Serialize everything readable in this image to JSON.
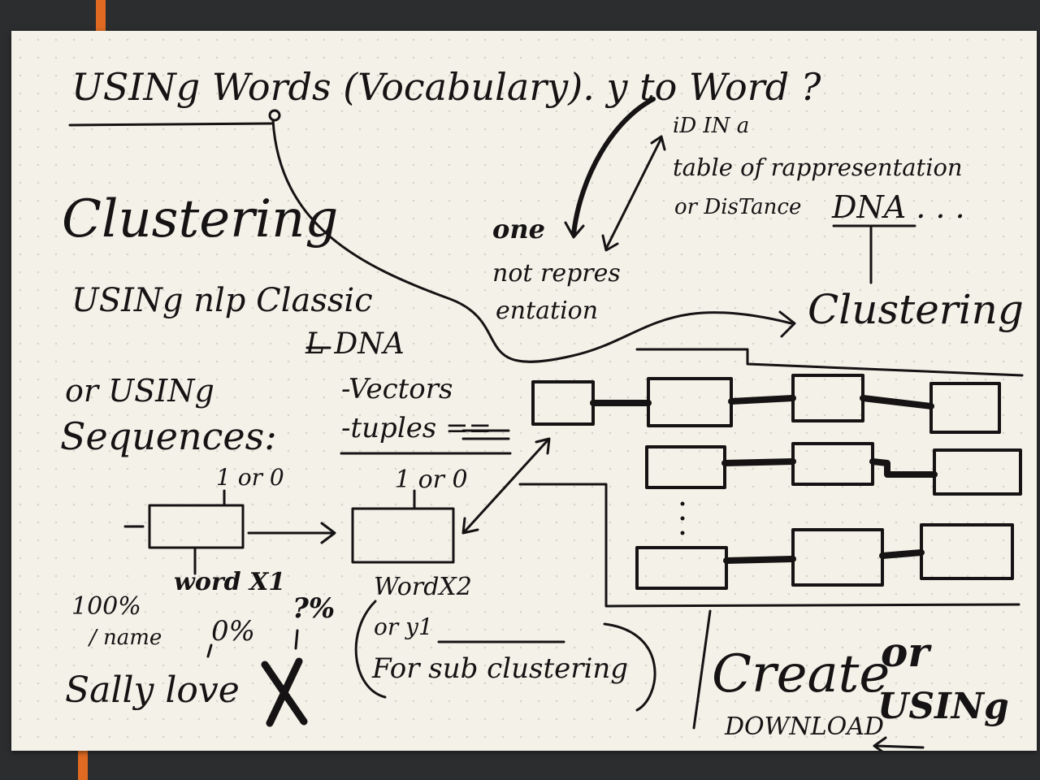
{
  "notes": {
    "title_line": "USINg Words (Vocabulary). y to Word ?",
    "id_line_1": "iD IN a",
    "id_line_2": "table of rappresentation",
    "id_line_3": "or DisTance",
    "dna_top": "DNA . . .",
    "one": "one",
    "not_repres_1": "not repres",
    "not_repres_2": "entation",
    "clustering_right": "Clustering",
    "clustering_left": "Clustering",
    "using_nlp": "USINg nlp Classic",
    "dna_branch": "L DNA",
    "vectors": "-Vectors",
    "tuples": "-tuples ==",
    "or_using": "or USINg",
    "sequences": "Sequences:",
    "label_1or0_left": "1 or 0",
    "label_1or0_mid": "1 or 0",
    "word_x1": "word X1",
    "question_pct": "?%",
    "pct_100": "100%",
    "pct_0": "0%",
    "name": "/ name",
    "sally_love": "Sally love",
    "x_mark": "X",
    "word_x2": "WordX2",
    "or_y1": "or y1",
    "for_sub": "For sub clustering",
    "create": "Create",
    "or_word": "or",
    "using_word": "USINg",
    "download": "DOWNLOAD"
  },
  "colors": {
    "ink": "#151313",
    "paper": "#f3f1e8",
    "background": "#2b2d2f",
    "ribbon": "#e06a22"
  }
}
